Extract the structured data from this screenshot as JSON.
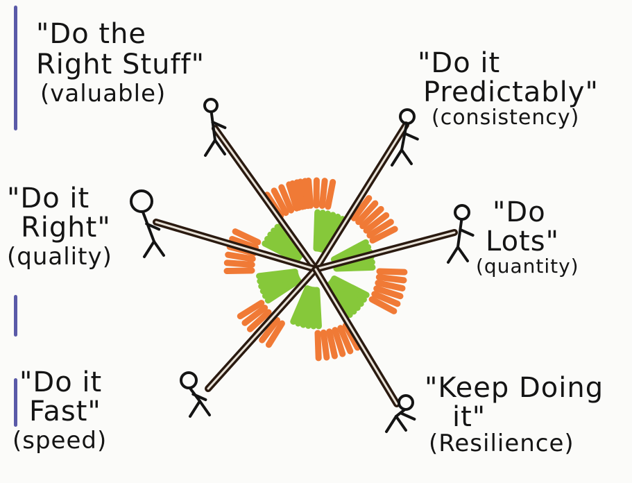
{
  "goals": [
    {
      "id": "right-stuff",
      "line1": "\"Do the",
      "line2": "Right Stuff\"",
      "note": "(valuable)"
    },
    {
      "id": "predictably",
      "line1": "\"Do it",
      "line2": "Predictably\"",
      "note": "(consistency)"
    },
    {
      "id": "right",
      "line1": "\"Do it",
      "line2": "Right\"",
      "note": "(quality)"
    },
    {
      "id": "lots",
      "line1": "\"Do",
      "line2": "Lots\"",
      "note": "(quantity)"
    },
    {
      "id": "fast",
      "line1": "\"Do it",
      "line2": "Fast\"",
      "note": "(speed)"
    },
    {
      "id": "keep-doing",
      "line1": "\"Keep Doing",
      "line2": "it\"",
      "note": "(Resilience)"
    }
  ],
  "colors": {
    "ink": "#141414",
    "rope": "#2a1a10",
    "burst_outer": "#f07a36",
    "burst_inner": "#86c83a",
    "margin": "#5a5aa8"
  }
}
